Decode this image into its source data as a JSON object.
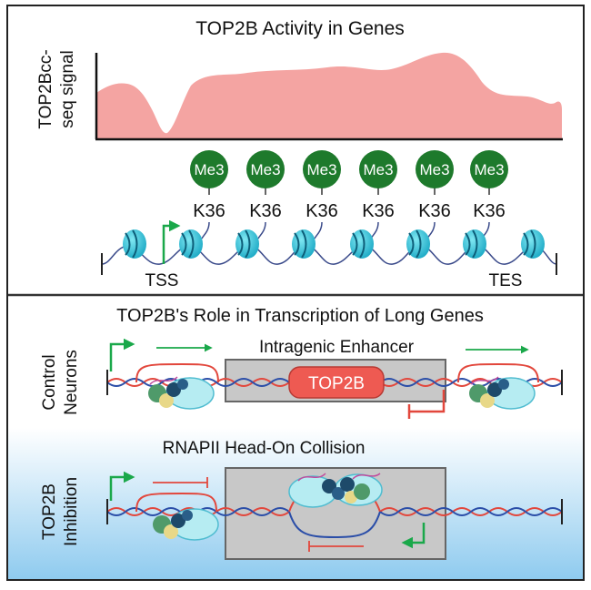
{
  "panel_top": {
    "title": "TOP2B Activity in Genes",
    "ylabel_line1": "TOP2Bcc-",
    "ylabel_line2": "seq signal",
    "signal_color": "#f4a4a2",
    "marks": [
      {
        "badge": "Me3",
        "residue": "K36"
      },
      {
        "badge": "Me3",
        "residue": "K36"
      },
      {
        "badge": "Me3",
        "residue": "K36"
      },
      {
        "badge": "Me3",
        "residue": "K36"
      },
      {
        "badge": "Me3",
        "residue": "K36"
      },
      {
        "badge": "Me3",
        "residue": "K36"
      }
    ],
    "mark_color": "#1e7a2c",
    "tss_label": "TSS",
    "tes_label": "TES"
  },
  "panel_bottom": {
    "title": "TOP2B's Role in Transcription of Long Genes",
    "control": {
      "label_line1": "Control",
      "label_line2": "Neurons",
      "enhancer_label": "Intragenic Enhancer",
      "top2b_label": "TOP2B"
    },
    "inhibition": {
      "label_line1": "TOP2B",
      "label_line2": "Inhibition",
      "collision_label": "RNAPII Head-On Collision"
    },
    "colors": {
      "arrow_green": "#1aa84a",
      "inhibit_red": "#e2473c",
      "top2b_fill": "#ee5a52",
      "gradient_top": "#ffffff",
      "gradient_bottom": "#7fc4ee"
    }
  }
}
